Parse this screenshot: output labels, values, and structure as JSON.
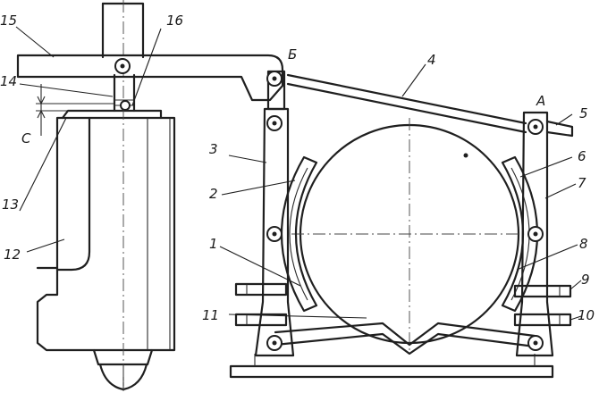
{
  "labels": {
    "l1": "1",
    "l2": "2",
    "l3": "3",
    "l4": "4",
    "l5": "5",
    "l6": "6",
    "l7": "7",
    "l8": "8",
    "l9": "9",
    "l10": "10",
    "l11": "11",
    "l12": "12",
    "l13": "13",
    "l14": "14",
    "l15": "15",
    "l16": "16",
    "pointA": "А",
    "pointB": "Б",
    "dimC": "С"
  }
}
